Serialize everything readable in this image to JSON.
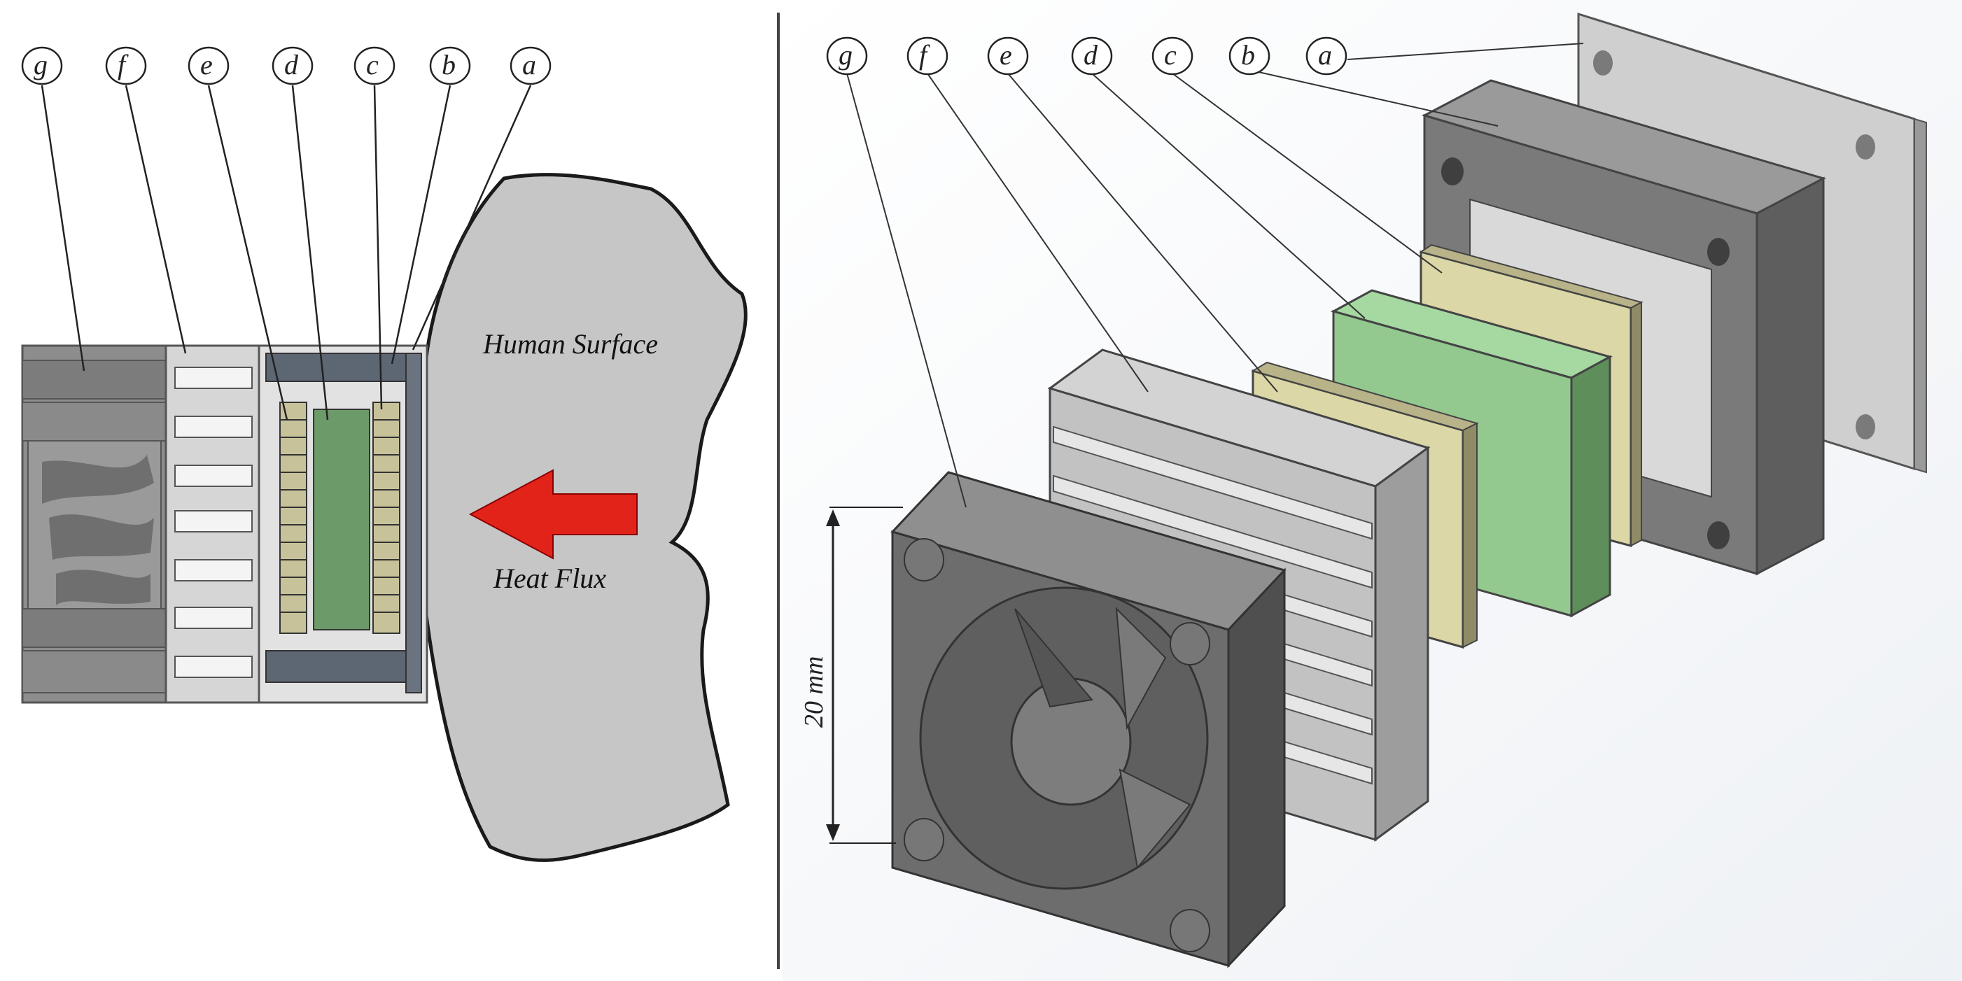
{
  "callouts": {
    "a": "a",
    "b": "b",
    "c": "c",
    "d": "d",
    "e": "e",
    "f": "f",
    "g": "g"
  },
  "left_panel": {
    "surface_label": "Human Surface",
    "flux_label": "Heat Flux"
  },
  "right_panel": {
    "dimension_label": "20 mm"
  },
  "colors": {
    "fan": "#8a8a8a",
    "heatsink": "#c9c9c9",
    "tec": "#d2cfa6",
    "spreader": "#93c98f",
    "frame": "#7b7b7b",
    "plate": "#cdcdcd",
    "skin": "#c4c4c4",
    "arrow": "#e2231a"
  }
}
